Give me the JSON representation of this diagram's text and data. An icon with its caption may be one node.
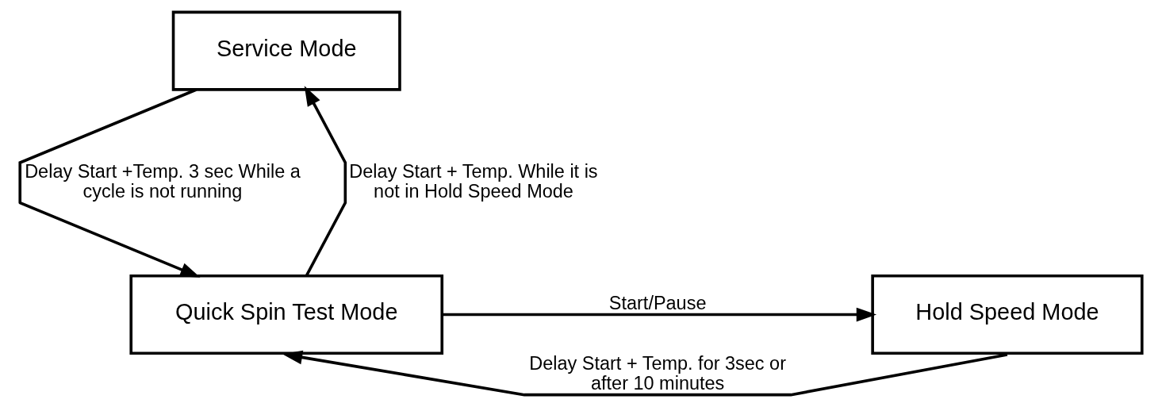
{
  "diagram": {
    "nodes": [
      {
        "text": [
          "Service Mode"
        ]
      },
      {
        "text": [
          "Quick Spin Test Mode"
        ]
      },
      {
        "text": [
          "Hold Speed Mode"
        ]
      }
    ],
    "edges": [
      {
        "from": 1,
        "to": 0,
        "arrow": "to",
        "label": "Delay Start + Temp. While it is not in Hold Speed Mode"
      },
      {
        "from": 0,
        "to": 1,
        "arrow": "to",
        "label": "Delay Start +Temp. 3 sec While a cycle is not running"
      },
      {
        "from": 1,
        "to": 2,
        "arrow": "to",
        "label": "Start/Pause"
      },
      {
        "from": 2,
        "to": 1,
        "arrow": "to",
        "label": "Delay Start + Temp. for 3sec or after 10 minutes"
      }
    ]
  }
}
